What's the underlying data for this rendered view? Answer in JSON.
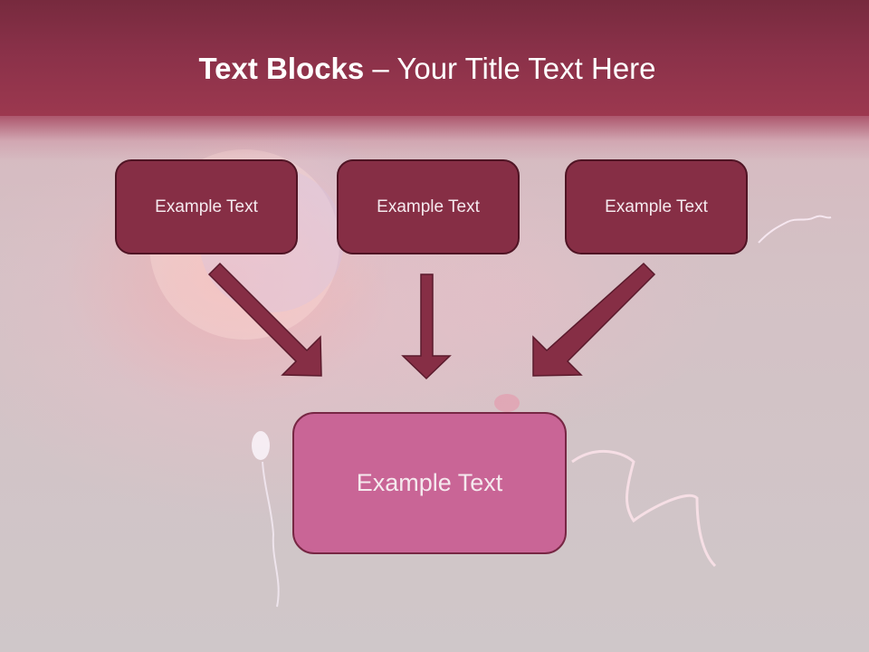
{
  "slide": {
    "title_bold": "Text Blocks",
    "title_dash": " – ",
    "title_rest": "Your Title Text Here"
  },
  "top_blocks": [
    {
      "label": "Example Text"
    },
    {
      "label": "Example Text"
    },
    {
      "label": "Example Text"
    }
  ],
  "bottom_block": {
    "label": "Example Text"
  },
  "arrows": [
    {
      "direction": "down-right",
      "icon": "arrow-down-right-icon"
    },
    {
      "direction": "down",
      "icon": "arrow-down-icon"
    },
    {
      "direction": "down-left",
      "icon": "arrow-down-left-icon"
    }
  ],
  "colors": {
    "header": "#8a3149",
    "top_block_fill": "#862e45",
    "top_block_border": "#4f1424",
    "bottom_block_fill": "#c96596",
    "bottom_block_border": "#772744",
    "arrow_fill": "#862e45",
    "arrow_border": "#5a1a2c"
  }
}
